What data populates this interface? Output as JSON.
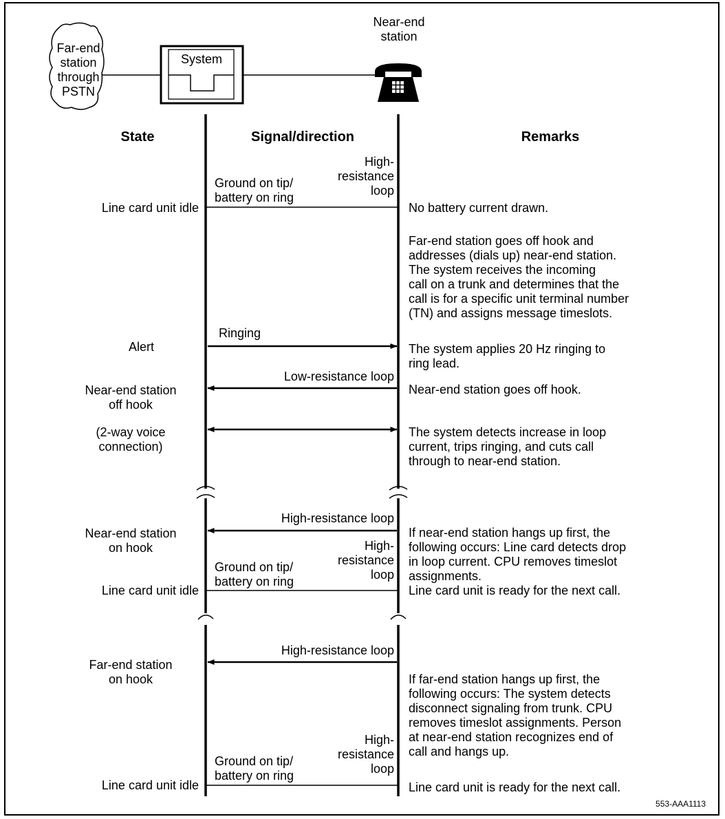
{
  "header": {
    "far_end_label": "Far-end\nstation\nthrough\nPSTN",
    "system_label": "System",
    "near_end_label": "Near-end\nstation"
  },
  "columns": {
    "state": "State",
    "signal": "Signal/direction",
    "remarks": "Remarks"
  },
  "rows": {
    "idle1": {
      "state": "Line card unit idle",
      "signal_left": "Ground on tip/\nbattery on ring",
      "signal_right": "High-\nresistance\nloop",
      "remark": "No battery current drawn."
    },
    "incoming": {
      "remark": "Far-end station goes off hook and\naddresses (dials up) near-end station.\nThe system receives the incoming\ncall on a trunk and determines that the\ncall is for a specific unit terminal number\n(TN) and  assigns message timeslots."
    },
    "alert": {
      "state": "Alert",
      "signal": "Ringing",
      "remark": "The system applies 20 Hz ringing to\nring lead."
    },
    "offhook": {
      "state": "Near-end station\noff hook",
      "signal": "Low-resistance loop",
      "remark": "Near-end station goes off hook."
    },
    "voice": {
      "state": "(2-way voice\nconnection)",
      "remark": "The system detects increase in loop\ncurrent, trips ringing, and cuts call\nthrough to near-end station."
    },
    "near_onhook": {
      "state": "Near-end station\non hook",
      "signal": "High-resistance loop",
      "signal_left": "Ground on tip/\nbattery on ring",
      "signal_right": "High-\nresistance\nloop",
      "remark": "If near-end station hangs up first, the\nfollowing occurs: Line card detects drop\nin loop current. CPU removes timeslot\nassignments.\nLine card unit is ready for the next call.",
      "idle_state": "Line card unit idle"
    },
    "far_onhook": {
      "state": "Far-end station\non hook",
      "signal": "High-resistance loop",
      "remark": "If far-end station hangs up first, the\nfollowing occurs: The system detects\ndisconnect signaling from trunk. CPU\nremoves timeslot assignments. Person\nat near-end station recognizes end of\ncall and hangs up.",
      "signal_left": "Ground on tip/\nbattery on ring",
      "signal_right": "High-\nresistance\nloop",
      "idle_state": "Line card unit idle",
      "idle_remark": "Line card unit is ready for the next call."
    }
  },
  "figure_id": "553-AAA1113"
}
